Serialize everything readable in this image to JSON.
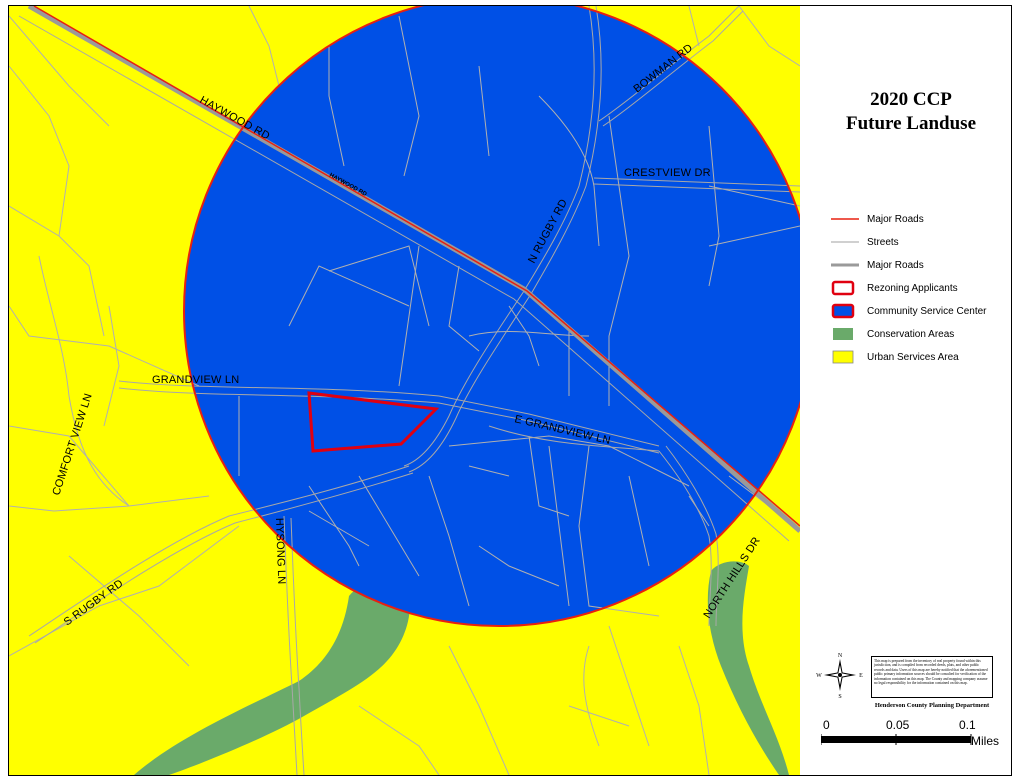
{
  "title": {
    "line1": "2020 CCP",
    "line2": "Future Landuse"
  },
  "colors": {
    "urban_services": "#ffff00",
    "community_service_center": "#0050e6",
    "conservation": "#6aaa6a",
    "major_road": "#e82010",
    "street": "#b0b0b0",
    "major_road_gray": "#9a9a9a",
    "rezoning": "#e00010"
  },
  "legend": [
    {
      "label": "Major Roads",
      "symbol": "red-line"
    },
    {
      "label": "Streets",
      "symbol": "gray-line"
    },
    {
      "label": "Major Roads",
      "symbol": "gray-thick-line"
    },
    {
      "label": "Rezoning Applicants",
      "symbol": "red-outline-box"
    },
    {
      "label": "Community Service Center",
      "symbol": "blue-red-box"
    },
    {
      "label": "Conservation Areas",
      "symbol": "green-box"
    },
    {
      "label": "Urban Services Area",
      "symbol": "yellow-box"
    }
  ],
  "road_labels": {
    "haywood_rd": "HAYWOOD RD",
    "haywood_rd_small": "HAYWOOD RD",
    "bowman_rd": "BOWMAN RD",
    "crestview_dr": "CRESTVIEW DR",
    "n_rugby_rd": "N RUGBY RD",
    "grandview_ln": "GRANDVIEW LN",
    "e_grandview_ln": "E GRANDVIEW LN",
    "comfort_view_ln": "COMFORT VIEW LN",
    "hysong_ln": "HYSONG LN",
    "s_rugby_rd": "S RUGBY RD",
    "north_hills_dr": "NORTH HILLS DR"
  },
  "north_arrow": {
    "n": "N",
    "s": "S",
    "e": "E",
    "w": "W"
  },
  "disclaimer": "This map is prepared from the inventory of real property found within this jurisdiction, and is compiled from recorded deeds, plats, and other public records and data. Users of this map are hereby notified that the aforementioned public primary information sources should be consulted for verification of the information contained on this map. The County and mapping company assume no legal responsibility for the information contained on this map.",
  "department": "Henderson County Planning Department",
  "scale": {
    "tick0": "0",
    "tick1": "0.05",
    "tick2": "0.1",
    "unit": "Miles"
  }
}
